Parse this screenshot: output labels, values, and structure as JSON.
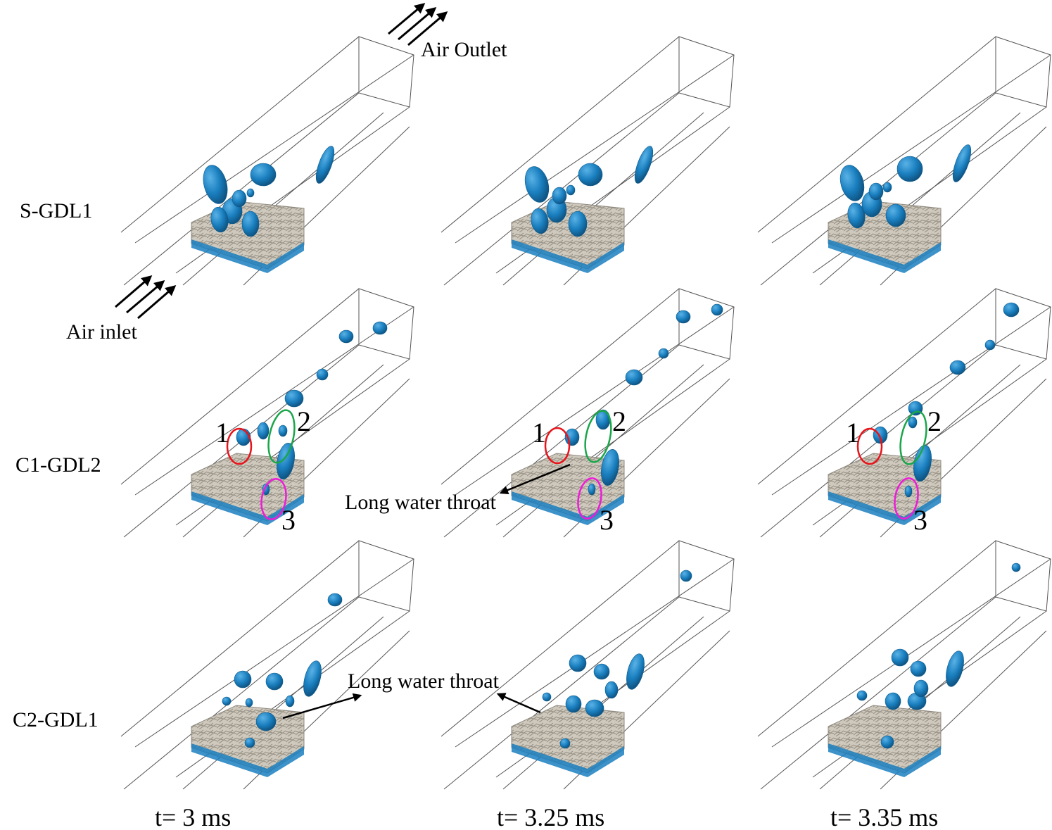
{
  "row_labels": [
    "S-GDL1",
    "C1-GDL2",
    "C2-GDL1"
  ],
  "time_labels": [
    "t= 3 ms",
    "t= 3.25 ms",
    "t= 3.35 ms"
  ],
  "annotations": {
    "air_outlet": "Air Outlet",
    "air_inlet": "Air inlet",
    "throat_mid": "Long water throat",
    "throat_bottom": "Long water throat"
  },
  "markers": [
    {
      "label": "1",
      "color": "#e8141b"
    },
    {
      "label": "2",
      "color": "#1aa64a"
    },
    {
      "label": "3",
      "color": "#ee1bd9"
    }
  ],
  "colors": {
    "water": "#1a7fbf",
    "water_dark": "#0e5a8c",
    "gdl_fibers": "#c9c3b8",
    "channel_lines": "#555555"
  }
}
